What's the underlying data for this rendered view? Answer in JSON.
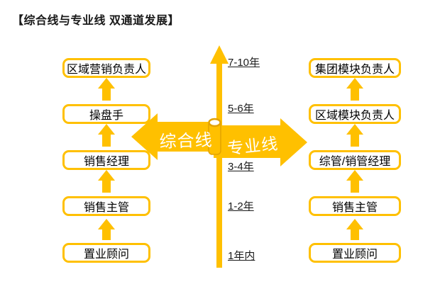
{
  "title": "【综合线与专业线 双通道发展】",
  "colors": {
    "gold": "#FFC000",
    "gold_dark": "#E3A200",
    "text": "#1A1A1A",
    "arrow_label": "#FFFFFF"
  },
  "comprehensive_track": {
    "label": "综合线",
    "levels_bottom_to_top": [
      "置业顾问",
      "销售主管",
      "销售经理",
      "操盘手",
      "区域营销负责人"
    ]
  },
  "professional_track": {
    "label": "专业线",
    "levels_bottom_to_top": [
      "置业顾问",
      "销售主管",
      "综管/销管经理",
      "区域模块负责人",
      "集团模块负责人"
    ]
  },
  "timeline": {
    "labels_top_to_bottom": [
      "7-10年",
      "5-6年",
      "3-4年",
      "1-2年",
      "1年内"
    ]
  }
}
